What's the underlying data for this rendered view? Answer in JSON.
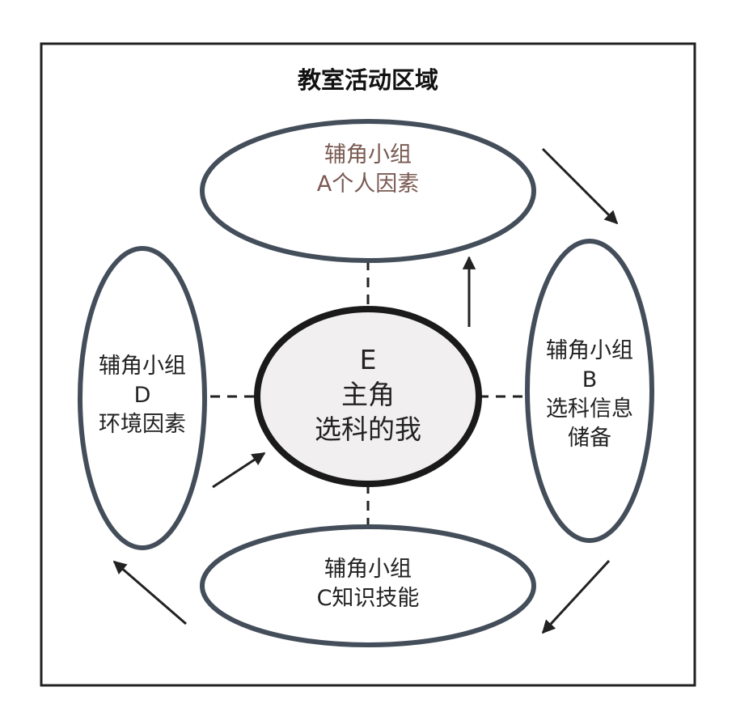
{
  "title": "教室活动区域",
  "center": {
    "line1": "E",
    "line2": "主角",
    "line3": "选科的我"
  },
  "top": {
    "line1": "辅角小组",
    "line2": "A个人因素"
  },
  "right": {
    "line1": "辅角小组",
    "line2": "B",
    "line3": "选科信息",
    "line4": "储备"
  },
  "bottom": {
    "line1": "辅角小组",
    "line2": "C知识技能"
  },
  "left": {
    "line1": "辅角小组",
    "line2": "D",
    "line3": "环境因素"
  },
  "colors": {
    "frame": "#222222",
    "ellipse_stroke": "#444e5a",
    "center_fill": "#f1efef",
    "center_stroke": "#1a1a1a",
    "top_text": "#7a5a52",
    "text": "#222222",
    "arrow": "#222222"
  }
}
